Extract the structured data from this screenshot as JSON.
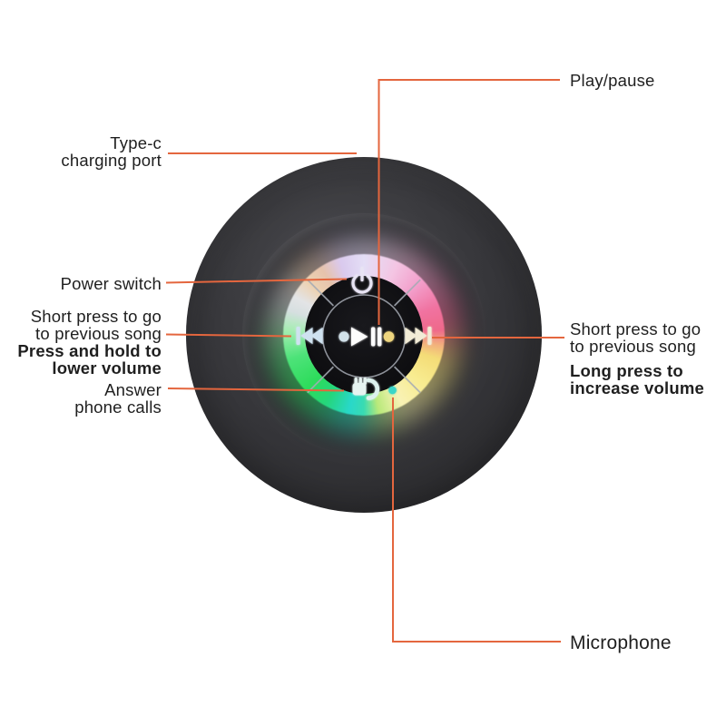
{
  "colors": {
    "accent_line": "#E4663E",
    "text": "#1F1F1F",
    "background": "#FFFFFF",
    "speaker_body": "#3A3A3E",
    "led_teal": "#3BD6C8",
    "led_yellow": "#EED57E",
    "led_pink": "#EC74A0",
    "led_green": "#33DA5F",
    "led_lavender": "#E4DEF5"
  },
  "annotations": {
    "type_c": {
      "lines": [
        "Type-c",
        "charging port"
      ]
    },
    "play_pause": {
      "lines": [
        "Play/pause"
      ]
    },
    "power_switch": {
      "lines": [
        "Power switch"
      ]
    },
    "left_short_press": {
      "lines": [
        "Short press to go",
        "to previous song"
      ]
    },
    "left_hold": {
      "lines": [
        "Press and hold to",
        "lower volume"
      ]
    },
    "answer_calls": {
      "lines": [
        "Answer",
        "phone calls"
      ]
    },
    "right_short_press": {
      "lines": [
        "Short press to go",
        "to previous song"
      ]
    },
    "right_long_press": {
      "lines": [
        "Long press to",
        "increase volume"
      ]
    },
    "microphone": {
      "lines": [
        "Microphone"
      ]
    }
  },
  "speaker": {
    "icons": [
      {
        "name": "power-icon"
      },
      {
        "name": "previous-track-icon"
      },
      {
        "name": "next-track-icon"
      },
      {
        "name": "play-pause-icon"
      },
      {
        "name": "answer-call-icon"
      },
      {
        "name": "microphone-dot"
      }
    ]
  }
}
